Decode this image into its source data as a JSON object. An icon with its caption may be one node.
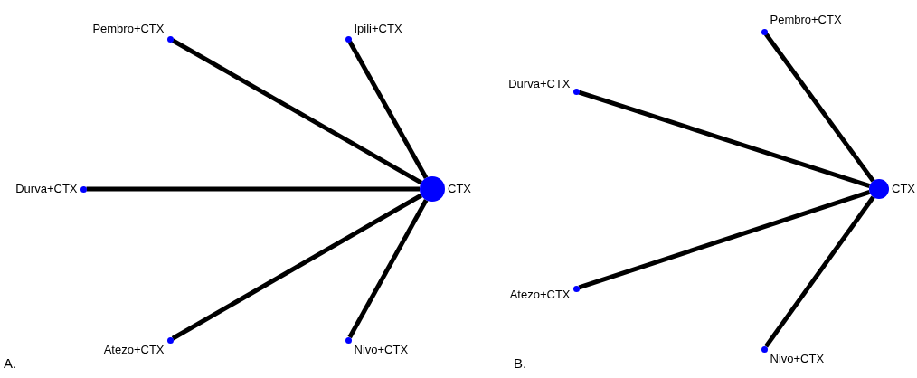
{
  "diagram": {
    "nodes": [
      {
        "text": [
          "Pembro+CTX"
        ]
      },
      {
        "text": [
          "Ipili+CTX"
        ]
      },
      {
        "text": [
          "Durva+CTX"
        ]
      },
      {
        "text": [
          "CTX"
        ]
      },
      {
        "text": [
          "Atezo+CTX"
        ]
      },
      {
        "text": [
          "Nivo+CTX"
        ]
      },
      {
        "text": [
          "Pembro+CTX"
        ]
      },
      {
        "text": [
          "Durva+CTX"
        ]
      },
      {
        "text": [
          "CTX"
        ]
      },
      {
        "text": [
          "Atezo+CTX"
        ]
      },
      {
        "text": [
          "Nivo+CTX"
        ]
      }
    ],
    "edges": [
      {
        "from": 0,
        "to": 3,
        "arrow": "none"
      },
      {
        "from": 1,
        "to": 3,
        "arrow": "none"
      },
      {
        "from": 2,
        "to": 3,
        "arrow": "none"
      },
      {
        "from": 4,
        "to": 3,
        "arrow": "none"
      },
      {
        "from": 5,
        "to": 3,
        "arrow": "none"
      },
      {
        "from": 6,
        "to": 8,
        "arrow": "none"
      },
      {
        "from": 7,
        "to": 8,
        "arrow": "none"
      },
      {
        "from": 9,
        "to": 8,
        "arrow": "none"
      },
      {
        "from": 10,
        "to": 8,
        "arrow": "none"
      }
    ],
    "labels": [
      "A.",
      "B."
    ]
  }
}
